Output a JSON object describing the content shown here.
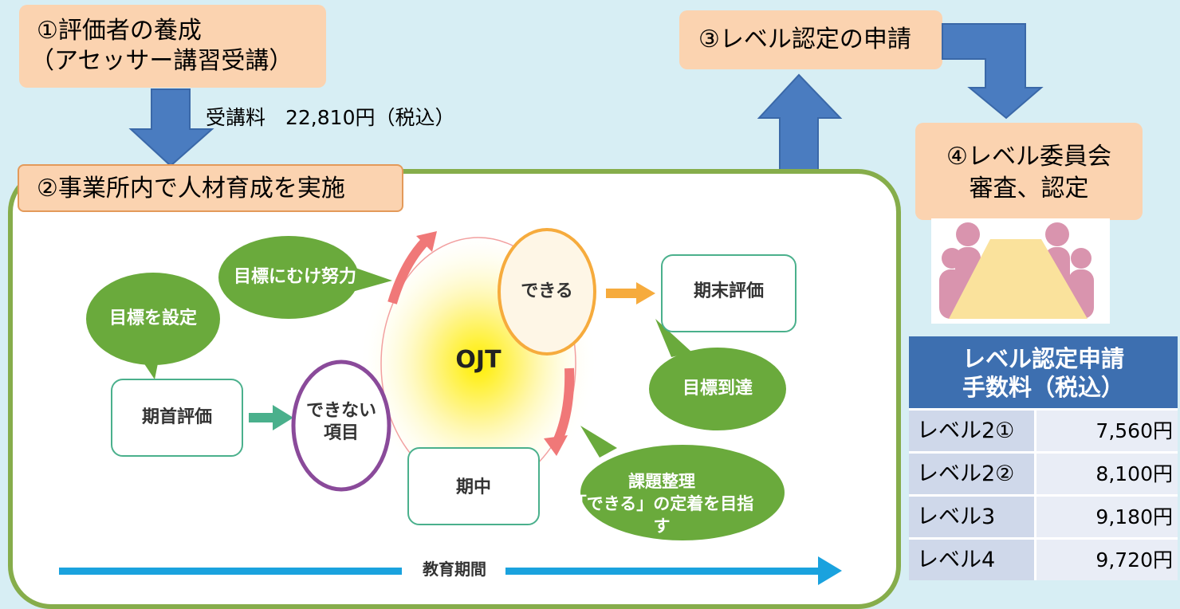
{
  "steps": {
    "step1_line1": "①評価者の養成",
    "step1_line2": "（アセッサー講習受講）",
    "fee_note": "受講料　22,810円（税込）",
    "step2": "②事業所内で人材育成を実施",
    "step3": "③レベル認定の申請",
    "step4_line1": "④レベル委員会",
    "step4_line2": "審査、認定"
  },
  "cycle": {
    "goal_setting": "目標を設定",
    "effort": "目標にむけ努力",
    "can_do": "できる",
    "end_eval": "期末評価",
    "goal_reached": "目標到達",
    "start_eval": "期首評価",
    "cannot_line1": "できない",
    "cannot_line2": "項目",
    "ojt": "OJT",
    "midterm": "期中",
    "issue_line1": "課題整理",
    "issue_line2": "「できる」の定着を目指す",
    "education_period": "教育期間"
  },
  "fee_table": {
    "title_line1": "レベル認定申請",
    "title_line2": "手数料（税込）",
    "rows": [
      {
        "level": "レベル2①",
        "price": "7,560円"
      },
      {
        "level": "レベル2②",
        "price": "8,100円"
      },
      {
        "level": "レベル3",
        "price": "9,180円"
      },
      {
        "level": "レベル4",
        "price": "9,720円"
      }
    ]
  },
  "colors": {
    "background": "#d7eef4",
    "peach_box": "#fbd3b0",
    "blue_arrow": "#4a7cc0",
    "green_frame": "#86ad4b",
    "bubble_green": "#6aaa3c",
    "table_header": "#3d6fb0"
  }
}
